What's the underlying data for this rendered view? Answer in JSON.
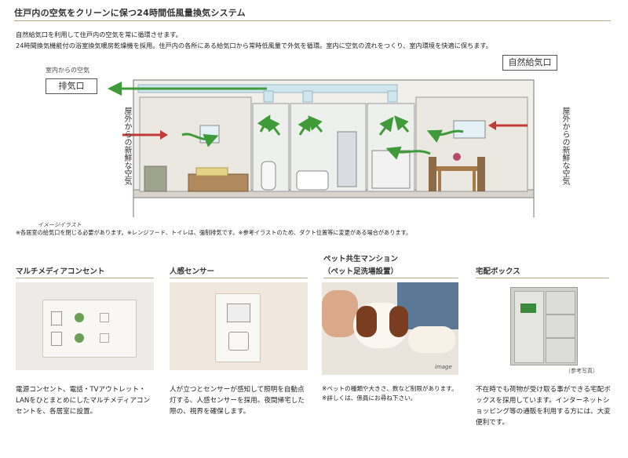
{
  "header": {
    "title": "住戸内の空気をクリーンに保つ24時間低風量換気システム",
    "intro_line1": "自然給気口を利用して住戸内の空気を常に循環させます。",
    "intro_line2": "24時間換気機能付の浴室換気暖房乾燥機を採用。住戸内の各所にある給気口から常時低風量で外気を循環。室内に空気の流れをつくり、室内環境を快適に保ちます。"
  },
  "diagram": {
    "indoor_air_caption": "室内からの空気",
    "exhaust_label": "排気口",
    "natural_inlet_label": "自然給気口",
    "fresh_air_left": "屋外からの新鮮な空気",
    "fresh_air_right": "屋外からの新鮮な空気",
    "image_caption": "イメージイラスト",
    "note": "※各居室の給気口を閉じる必要があります。※レンジフード、トイレは、強制排気です。※参考イラストのため、ダクト位置等に変更がある場合があります。"
  },
  "features": [
    {
      "heading": "マルチメディアコンセント",
      "description": "電源コンセント、電話・TVアウトレット・LANをひとまとめにしたマルチメディアコンセントを、各居室に設置。"
    },
    {
      "heading": "人感センサー",
      "description": "人が立つとセンサーが感知して照明を自動点灯する、人感センサーを採用。夜間帰宅した際の、視界を確保します。"
    },
    {
      "heading_line1": "ペット共生マンション",
      "heading_line2": "（ペット足洗場設置）",
      "photo_tag": "image",
      "description": "※ペットの種類や大きさ、数など制限があります。※詳しくは、係員にお尋ね下さい。"
    },
    {
      "heading": "宅配ボックス",
      "photo_tag": "（参考写真）",
      "description": "不在時でも荷物が受け取る事ができる宅配ボックスを採用しています。インターネットショッピング等の通販を利用する方には、大変便利です。"
    }
  ],
  "colors": {
    "rule": "#b9a88a",
    "green_arrow": "#3f9b3a",
    "red_arrow": "#c23a36",
    "duct": "#cfe6ee"
  }
}
